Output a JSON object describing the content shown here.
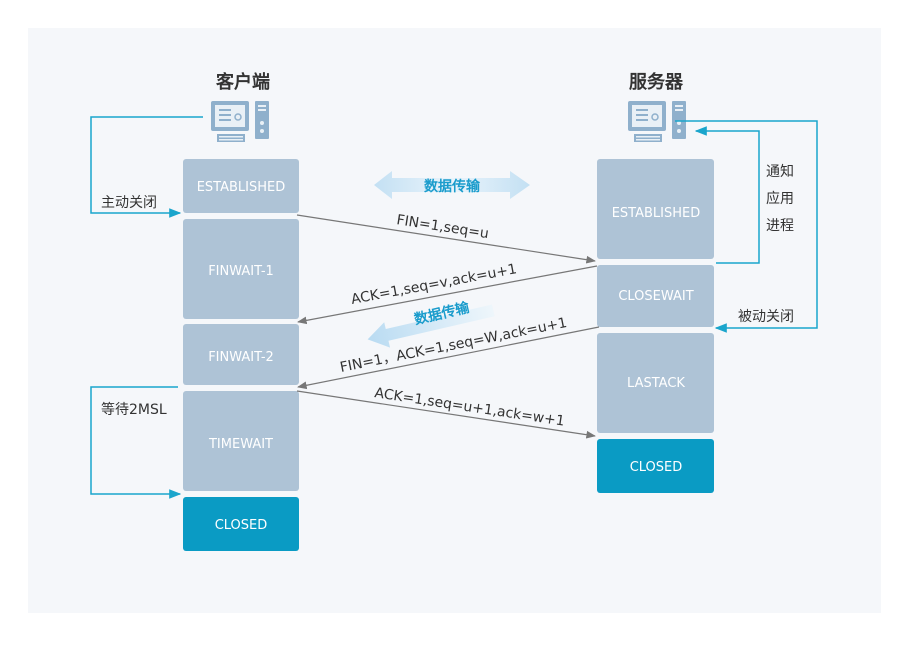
{
  "client": {
    "title": "客户端",
    "states": [
      "ESTABLISHED",
      "FINWAIT-1",
      "FINWAIT-2",
      "TIMEWAIT",
      "CLOSED"
    ],
    "active_close_label": "主动关闭",
    "wait_label": "等待2MSL"
  },
  "server": {
    "title": "服务器",
    "states": [
      "ESTABLISHED",
      "CLOSEWAIT",
      "LASTACK",
      "CLOSED"
    ],
    "notify_label": [
      "通知",
      "应用",
      "进程"
    ],
    "passive_close_label": "被动关闭"
  },
  "data_transfer_label": "数据传输",
  "messages": [
    "FIN=1,seq=u",
    "ACK=1,seq=v,ack=u+1",
    "FIN=1，ACK=1,seq=W,ack=u+1",
    "ACK=1,seq=u+1,ack=w+1"
  ],
  "colors": {
    "background_panel": "#f5f7fa",
    "state_box": "#aec3d6",
    "closed_box": "#0a9bc4",
    "loop_line": "#1aa5cc",
    "message_line": "#777777",
    "data_label": "#1a9ccc",
    "icon": "#8fb0cc"
  }
}
